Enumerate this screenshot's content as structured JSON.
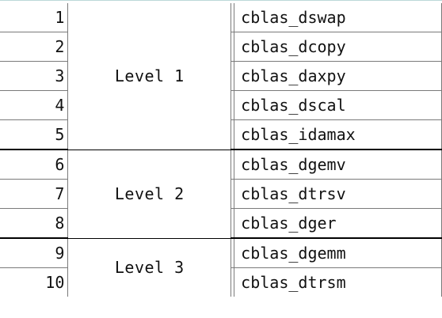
{
  "rows": [
    {
      "num": "1",
      "func": "cblas_dswap"
    },
    {
      "num": "2",
      "func": "cblas_dcopy"
    },
    {
      "num": "3",
      "func": "cblas_daxpy"
    },
    {
      "num": "4",
      "func": "cblas_dscal"
    },
    {
      "num": "5",
      "func": "cblas_idamax"
    },
    {
      "num": "6",
      "func": "cblas_dgemv"
    },
    {
      "num": "7",
      "func": "cblas_dtrsv"
    },
    {
      "num": "8",
      "func": "cblas_dger"
    },
    {
      "num": "9",
      "func": "cblas_dgemm"
    },
    {
      "num": "10",
      "func": "cblas_dtrsm"
    }
  ],
  "levels": [
    {
      "label": "Level 1"
    },
    {
      "label": "Level 2"
    },
    {
      "label": "Level 3"
    }
  ]
}
